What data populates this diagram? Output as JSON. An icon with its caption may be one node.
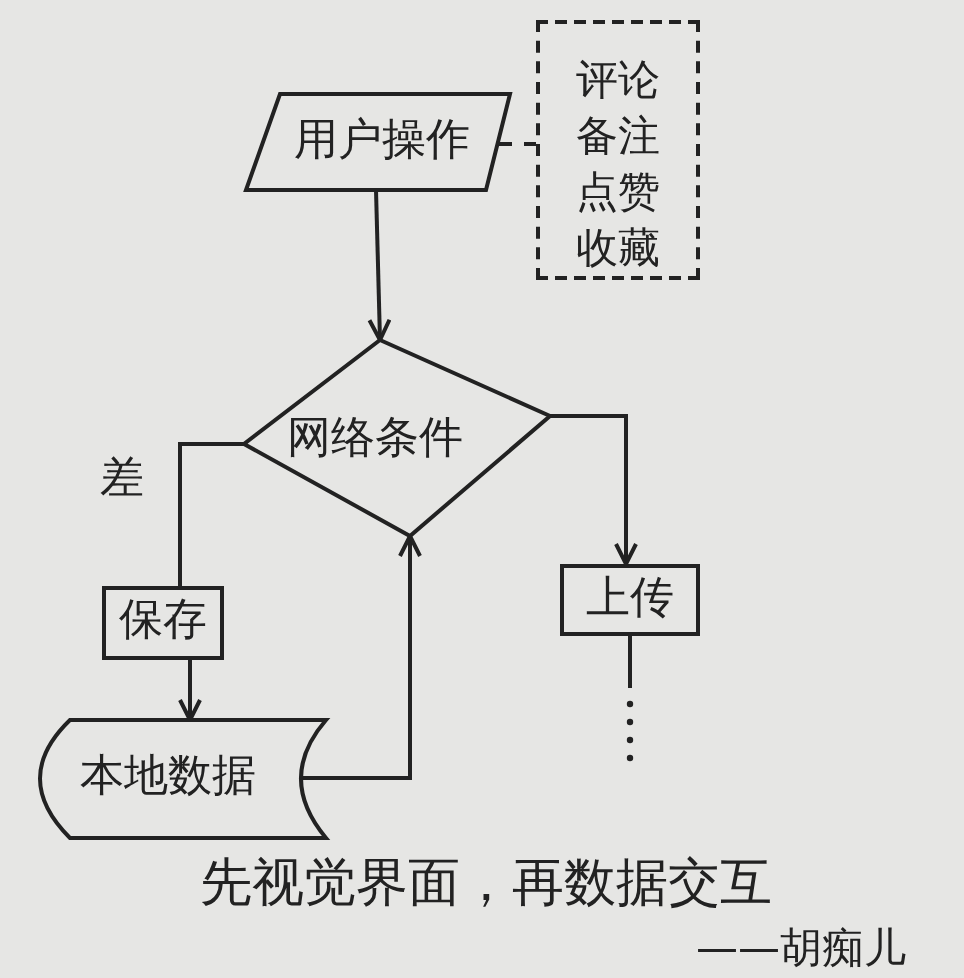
{
  "diagram": {
    "caption": "先视觉界面，再数据交互",
    "nodes": [
      {
        "text": [
          "用户操作"
        ]
      },
      {
        "text": [
          "评论",
          "备注",
          "点赞",
          "收藏"
        ]
      },
      {
        "text": [
          "网络条件"
        ]
      },
      {
        "text": [
          "保存"
        ]
      },
      {
        "text": [
          "上传"
        ]
      },
      {
        "text": [
          "本地数据"
        ]
      }
    ],
    "edges": [
      {
        "from": 0,
        "to": 1,
        "arrow": "none",
        "style": "dashed"
      },
      {
        "from": 0,
        "to": 2,
        "arrow": "to"
      },
      {
        "from": 2,
        "to": 3,
        "arrow": "none",
        "label": "差"
      },
      {
        "from": 2,
        "to": 4,
        "arrow": "to"
      },
      {
        "from": 3,
        "to": 5,
        "arrow": "to"
      },
      {
        "from": 5,
        "to": 2,
        "arrow": "to"
      },
      {
        "from": 4,
        "to": null,
        "arrow": "none"
      }
    ],
    "labels": [
      "——胡痴儿"
    ]
  }
}
